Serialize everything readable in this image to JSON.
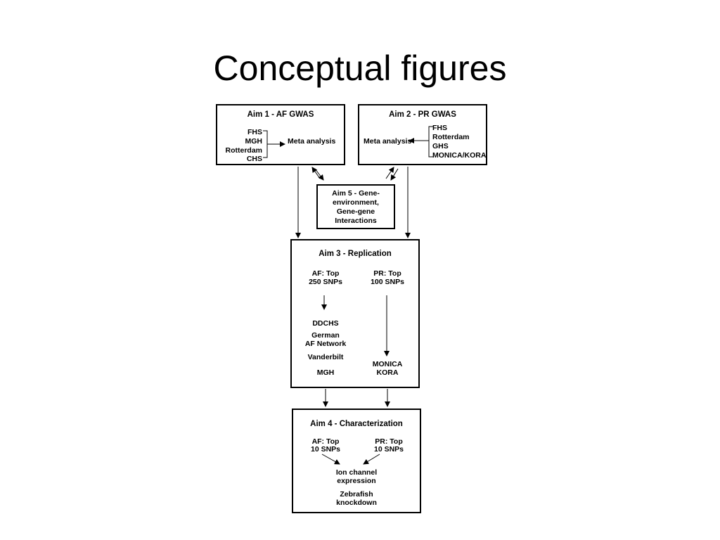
{
  "slide": {
    "title": "Conceptual figures"
  },
  "aim1": {
    "title": "Aim 1 - AF GWAS",
    "studies": [
      "FHS",
      "MGH",
      "Rotterdam",
      "CHS"
    ],
    "result": "Meta analysis"
  },
  "aim2": {
    "title": "Aim 2 - PR GWAS",
    "studies": [
      "FHS",
      "Rotterdam",
      "GHS",
      "MONICA/KORA"
    ],
    "result": "Meta analysis"
  },
  "aim5": {
    "lines": [
      "Aim 5 - Gene-",
      "environment,",
      "Gene-gene",
      "Interactions"
    ]
  },
  "aim3": {
    "title": "Aim 3 - Replication",
    "af_lines": [
      "AF: Top",
      "250 SNPs"
    ],
    "pr_lines": [
      "PR: Top",
      "100 SNPs"
    ],
    "af_cohorts": [
      "DDCHS",
      "German",
      "AF Network",
      "Vanderbilt",
      "MGH"
    ],
    "pr_cohorts": [
      "MONICA",
      "KORA"
    ]
  },
  "aim4": {
    "title": "Aim 4 - Characterization",
    "af_lines": [
      "AF: Top",
      "10 SNPs"
    ],
    "pr_lines": [
      "PR: Top",
      "10 SNPs"
    ],
    "outcomes": [
      "Ion channel",
      "expression",
      "Zebrafish",
      "knockdown"
    ]
  }
}
